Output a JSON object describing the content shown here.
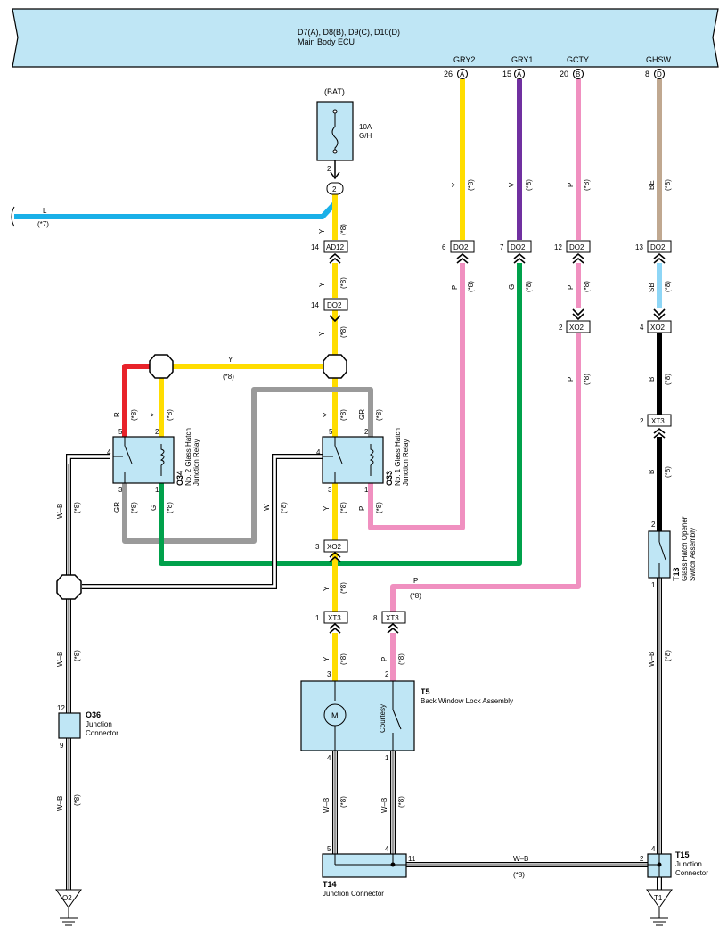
{
  "ecu": {
    "connectors": "D7(A), D8(B), D9(C), D10(D)",
    "name": "Main Body ECU",
    "pins": [
      {
        "num": "26",
        "name": "GRY2",
        "conn": "A"
      },
      {
        "num": "15",
        "name": "GRY1",
        "conn": "A"
      },
      {
        "num": "20",
        "name": "GCTY",
        "conn": "B"
      },
      {
        "num": "8",
        "name": "GHSW",
        "conn": "D"
      }
    ]
  },
  "fuse": {
    "source": "(BAT)",
    "rating": "10A",
    "name": "G/H",
    "pin": "2",
    "junction": "2"
  },
  "wire_l": {
    "color": "L",
    "note": "(*7)"
  },
  "wire_colors": {
    "Y": "#ffdd00",
    "V": "#7030a0",
    "P": "#f090c0",
    "BE": "#c0a890",
    "L": "#1ab0e8",
    "SB": "#8ed6f6",
    "B": "#000000",
    "R": "#e8222a",
    "G": "#00a14b",
    "GR": "#9a9a9a",
    "WB": "#ffffff"
  },
  "connectors": {
    "ad12": {
      "label": "AD12",
      "pin": "14"
    },
    "do2_main": {
      "label": "DO2",
      "pin": "14"
    },
    "do2_a": {
      "label": "DO2",
      "pin": "6"
    },
    "do2_b": {
      "label": "DO2",
      "pin": "7"
    },
    "do2_c": {
      "label": "DO2",
      "pin": "12"
    },
    "do2_d": {
      "label": "DO2",
      "pin": "13"
    },
    "xo2_c": {
      "label": "XO2",
      "pin": "2"
    },
    "xo2_d": {
      "label": "XO2",
      "pin": "4"
    },
    "xt3_d": {
      "label": "XT3",
      "pin": "2"
    },
    "xo2_main": {
      "label": "XO2",
      "pin": "3"
    },
    "xt3_main": {
      "label": "XT3",
      "pin": "1"
    },
    "xt3_p": {
      "label": "XT3",
      "pin": "8"
    }
  },
  "wire_labels": {
    "y_main_top": "Y",
    "y_main_top_note": "(*8)",
    "y_mid": "Y",
    "y_mid_note": "(*8)",
    "y_low": "Y",
    "y_low_note": "(*8)",
    "y_horiz": "Y",
    "y_horiz_note": "(*8)",
    "gry2": "Y",
    "gry2_note": "(*8)",
    "gry1": "V",
    "gry1_note": "(*8)",
    "gcty": "P",
    "gcty_note": "(*8)",
    "ghsw": "BE",
    "ghsw_note": "(*8)",
    "p_a": "P",
    "p_a_note": "(*8)",
    "g_b": "G",
    "g_b_note": "(*8)",
    "p_c": "P",
    "p_c_note": "(*8)",
    "p_c2": "P",
    "p_c2_note": "(*8)",
    "sb_d": "SB",
    "sb_d_note": "(*8)",
    "b_d": "B",
    "b_d_note": "(*8)",
    "b_d2": "B",
    "b_d2_note": "(*8)",
    "r34": "R",
    "r34_note": "(*8)",
    "y34": "Y",
    "y34_note": "(*8)",
    "gr34": "GR",
    "gr34_note": "(*8)",
    "g34": "G",
    "g34_note": "(*8)",
    "y33": "Y",
    "y33_note": "(*8)",
    "gr33": "GR",
    "gr33_note": "(*8)",
    "y33b": "Y",
    "y33b_note": "(*8)",
    "p33": "P",
    "p33_note": "(*8)",
    "w33": "W",
    "w33_note": "(*8)",
    "wb_left": "W–B",
    "wb_left_note": "(*8)",
    "wb_left2": "W–B",
    "wb_left2_note": "(*8)",
    "wb_left3": "W–B",
    "wb_left3_note": "(*8)",
    "y_xo": "Y",
    "y_xo_note": "(*8)",
    "y_t5": "Y",
    "y_t5_note": "(*8)",
    "p_t5": "P",
    "p_t5_note": "(*8)",
    "p_horiz": "P",
    "p_horiz_note": "(*8)",
    "wb_t5a": "W–B",
    "wb_t5a_note": "(*8)",
    "wb_t5b": "W–B",
    "wb_t5b_note": "(*8)",
    "wb_t13": "W–B",
    "wb_t13_note": "(*8)",
    "wb_bottom": "W–B",
    "wb_bottom_note": "(*8)"
  },
  "components": {
    "o34": {
      "id": "O34",
      "name": "No. 2 Glass Hatch",
      "name2": "Junction Relay",
      "pins": [
        "5",
        "2",
        "4",
        "3",
        "1"
      ]
    },
    "o33": {
      "id": "O33",
      "name": "No. 1 Glass Hatch",
      "name2": "Junction Relay",
      "pins": [
        "5",
        "2",
        "4",
        "3",
        "1"
      ]
    },
    "o36": {
      "id": "O36",
      "name": "Junction",
      "name2": "Connector",
      "pin_top": "12",
      "pin_bot": "9"
    },
    "t5": {
      "id": "T5",
      "name": "Back Window Lock Assembly",
      "motor": "M",
      "switch": "Courtesy",
      "pin_a": "3",
      "pin_b": "2",
      "pin_c": "4",
      "pin_d": "1"
    },
    "t13": {
      "id": "T13",
      "name": "Glass Hatch Opener",
      "name2": "Switch Assembly",
      "pin_top": "2",
      "pin_bot": "1"
    },
    "t14": {
      "id": "T14",
      "name": "Junction Connector",
      "pin_a": "5",
      "pin_b": "4",
      "pin_c": "11"
    },
    "t15": {
      "id": "T15",
      "name": "Junction",
      "name2": "Connector",
      "pin_a": "4",
      "pin_b": "2"
    }
  },
  "grounds": {
    "o2": "O2",
    "t1": "T1"
  }
}
